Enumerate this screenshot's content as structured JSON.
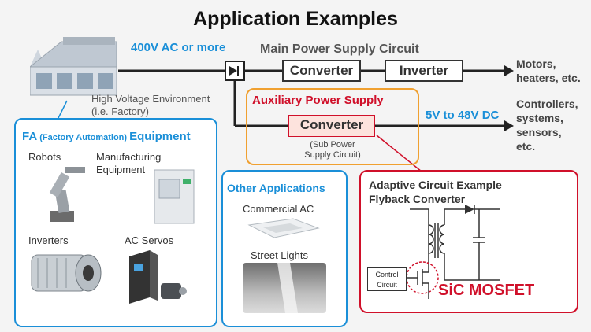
{
  "title": "Application Examples",
  "input_voltage": "400V AC or more",
  "main_circuit_label": "Main Power Supply Circuit",
  "main_converter": "Converter",
  "main_inverter": "Inverter",
  "main_output": [
    "Motors,",
    "heaters, etc."
  ],
  "factory_caption": [
    "High Voltage Environment",
    "(i.e. Factory)"
  ],
  "aux": {
    "title": "Auxiliary Power Supply",
    "converter": "Converter",
    "caption": [
      "(Sub Power",
      "Supply Circuit)"
    ],
    "voltage": "5V to 48V DC",
    "output": [
      "Controllers,",
      "systems,",
      "sensors,",
      "etc."
    ]
  },
  "fa": {
    "title_prefix": "FA",
    "title_middle": " (Factory Automation) ",
    "title_suffix": "Equipment",
    "items": [
      "Robots",
      "Manufacturing",
      "Equipment",
      "Inverters",
      "AC Servos"
    ]
  },
  "other": {
    "title": "Other Applications",
    "items": [
      "Commercial AC",
      "Street Lights"
    ]
  },
  "adaptive": {
    "title": [
      "Adaptive Circuit Example",
      "Flyback Converter"
    ],
    "control": [
      "Control",
      "Circuit"
    ],
    "device": "SiC MOSFET"
  },
  "colors": {
    "blue": "#1a8fd8",
    "orange": "#f0a030",
    "red": "#d0102a",
    "arrow": "#222222"
  }
}
